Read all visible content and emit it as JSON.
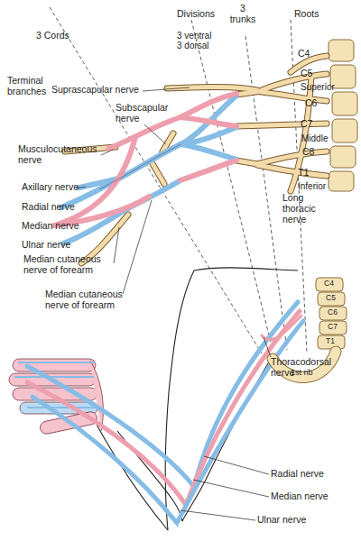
{
  "diagram": {
    "labels": [
      "Divisions",
      "3 trunks",
      "Roots",
      "3 Cords",
      "3 ventral 3 dorsal",
      "C4",
      "C5",
      "Superior",
      "C6",
      "C7",
      "Middle",
      "C8",
      "T1",
      "Inferior",
      "Terminal branches",
      "Suprascapular nerve",
      "Subscapular nerve",
      "Musculocutaneous nerve",
      "Axillary nerve",
      "Radial nerve",
      "Median nerve",
      "Ulnar nerve",
      "Median cutaneous nerve of forearm",
      "Median cutaneous nerve of forearm",
      "Long thoracic nerve",
      "C4",
      "C5",
      "C6",
      "C7",
      "T1",
      "1st rib",
      "Thoracodorsal nerve",
      "Radial nerve",
      "Median nerve",
      "Ulnar nerve"
    ]
  }
}
